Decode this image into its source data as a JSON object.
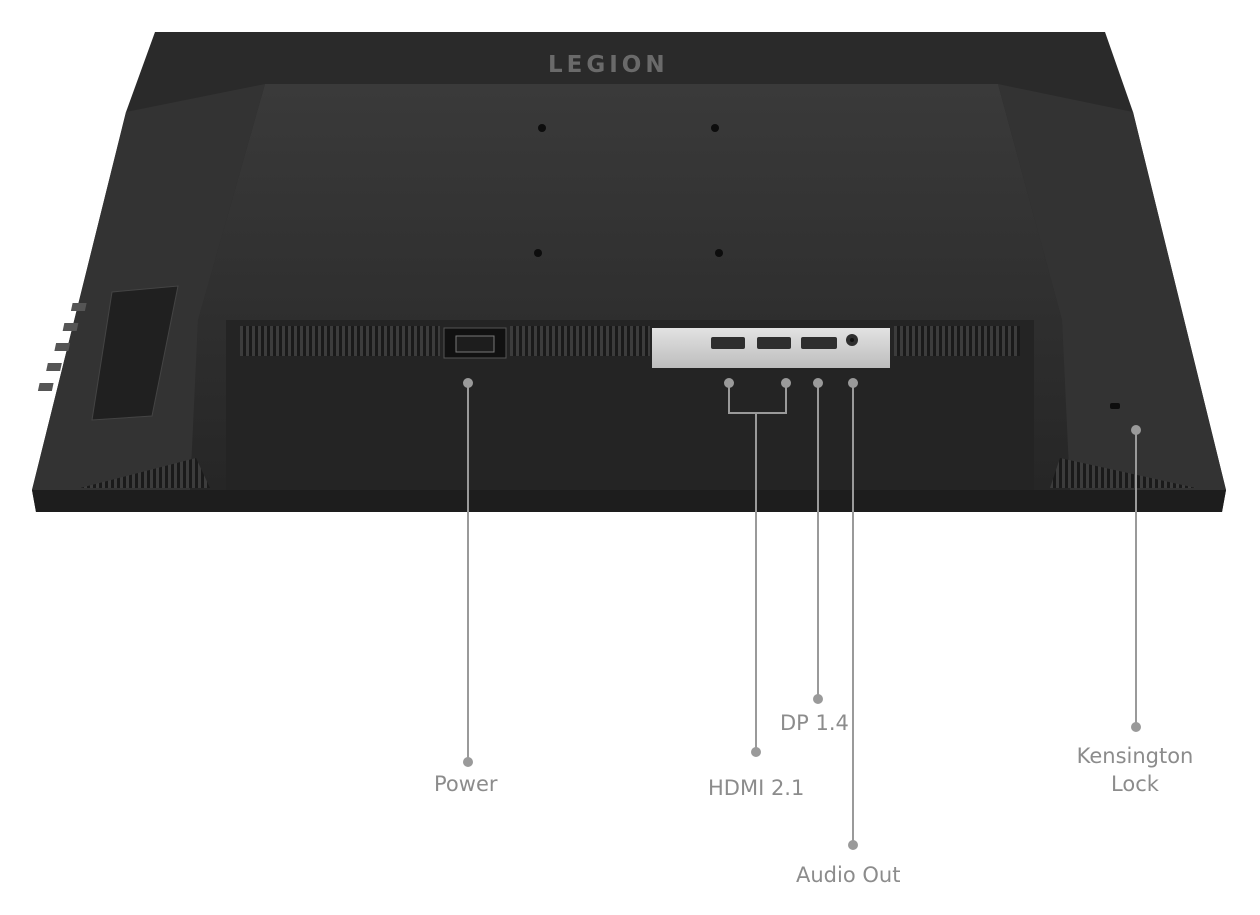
{
  "brand": {
    "logo_text": "LEGION"
  },
  "callouts": [
    {
      "id": "power",
      "label": "Power"
    },
    {
      "id": "hdmi",
      "label": "HDMI 2.1"
    },
    {
      "id": "dp",
      "label": "DP 1.4"
    },
    {
      "id": "audio",
      "label": "Audio Out"
    },
    {
      "id": "kensington",
      "label_line1": "Kensington",
      "label_line2": "Lock"
    }
  ],
  "colors": {
    "background": "#ffffff",
    "monitor_body": "#2d2d2d",
    "monitor_edge": "#1c1c1c",
    "port_bay": "#d9d9d9",
    "leader_line": "#9a9a9a",
    "label_text": "#8c8c8c"
  }
}
